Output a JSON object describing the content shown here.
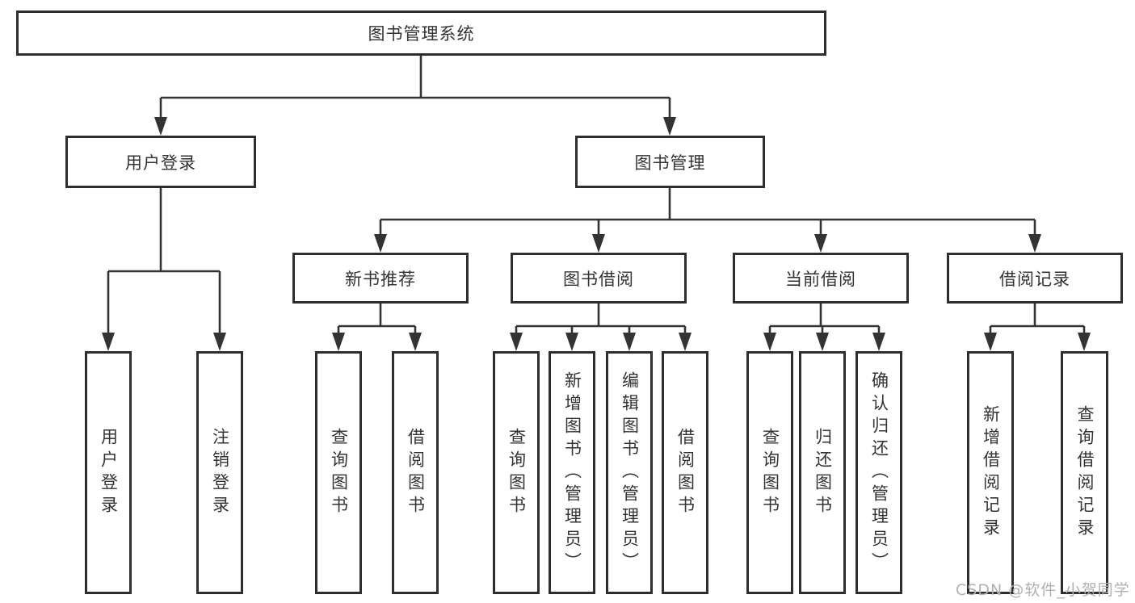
{
  "title": "图书管理系统",
  "watermark": "CSDN @软件_小贺同学",
  "colors": {
    "line": "#333333",
    "border": "#2e2e2e",
    "text": "#333333",
    "watermark": "#b0b0b0",
    "background": "#ffffff"
  },
  "tree": {
    "root": "图书管理系统",
    "children": [
      {
        "label": "用户登录",
        "children": [
          "用户登录",
          "注销登录"
        ]
      },
      {
        "label": "图书管理",
        "children": [
          {
            "label": "新书推荐",
            "children": [
              "查询图书",
              "借阅图书"
            ]
          },
          {
            "label": "图书借阅",
            "children": [
              "查询图书",
              "新增图书（管理员）",
              "编辑图书（管理员）",
              "借阅图书"
            ]
          },
          {
            "label": "当前借阅",
            "children": [
              "查询图书",
              "归还图书",
              "确认归还（管理员）"
            ]
          },
          {
            "label": "借阅记录",
            "children": [
              "新增借阅记录",
              "查询借阅记录"
            ]
          }
        ]
      }
    ]
  }
}
